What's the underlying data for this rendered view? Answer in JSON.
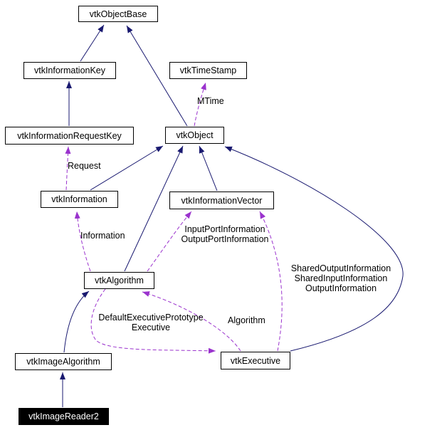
{
  "diagram": {
    "type": "class-collaboration-graph",
    "nodes": [
      {
        "label": "vtkObjectBase"
      },
      {
        "label": "vtkInformationKey"
      },
      {
        "label": "vtkTimeStamp"
      },
      {
        "label": "vtkInformationRequestKey"
      },
      {
        "label": "vtkObject"
      },
      {
        "label": "vtkInformation"
      },
      {
        "label": "vtkInformationVector"
      },
      {
        "label": "vtkAlgorithm"
      },
      {
        "label": "vtkImageAlgorithm"
      },
      {
        "label": "vtkExecutive"
      },
      {
        "label": "vtkImageReader2"
      }
    ],
    "edge_labels": {
      "mtime": "MTime",
      "request": "Request",
      "information": "Information",
      "port_info_line1": "InputPortInformation",
      "port_info_line2": "OutputPortInformation",
      "shared_line1": "SharedOutputInformation",
      "shared_line2": "SharedInputInformation",
      "shared_line3": "OutputInformation",
      "exec_line1": "DefaultExecutivePrototype",
      "exec_line2": "Executive",
      "algorithm": "Algorithm"
    },
    "colors": {
      "inheritance_edge": "#191970",
      "usage_edge": "#9a32cd",
      "node_border": "#000000",
      "node_background": "#ffffff",
      "focus_node_background": "#000000",
      "focus_node_text": "#ffffff"
    }
  }
}
